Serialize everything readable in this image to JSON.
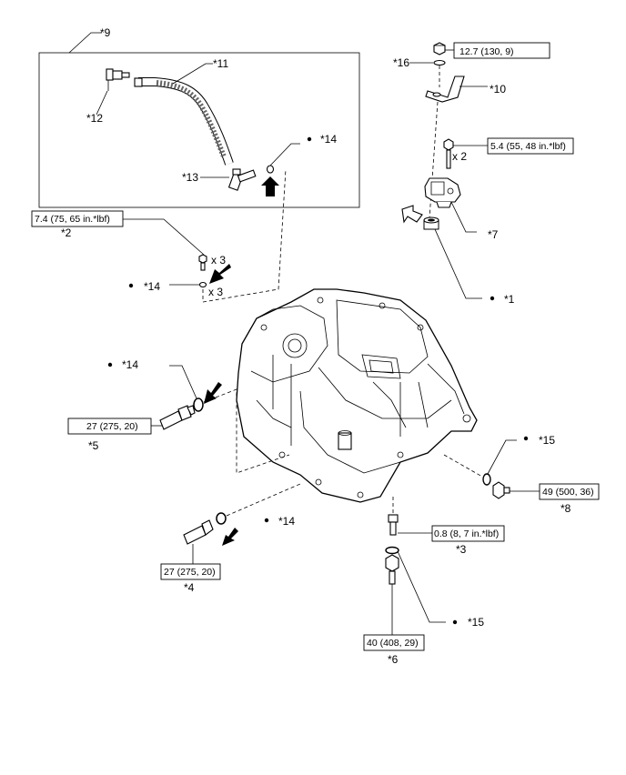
{
  "callouts": {
    "c1": "*1",
    "c2": "*2",
    "c3": "*3",
    "c4": "*4",
    "c5": "*5",
    "c6": "*6",
    "c7": "*7",
    "c8": "*8",
    "c9": "*9",
    "c10": "*10",
    "c11": "*11",
    "c12": "*12",
    "c13": "*13",
    "c14a": "*14",
    "c14b": "*14",
    "c14c": "*14",
    "c14d": "*14",
    "c15a": "*15",
    "c15b": "*15",
    "c16": "*16"
  },
  "torques": {
    "t_top": "12.7 (130, 9)",
    "t_bolt7": "5.4 (55, 48 in.*lbf)",
    "t_2": "7.4 (75, 65 in.*lbf)",
    "t_5": "27 (275, 20)",
    "t_4": "27 (275, 20)",
    "t_8": "49 (500, 36)",
    "t_3": "0.8 (8, 7 in.*lbf)",
    "t_6": "40 (408, 29)"
  },
  "quantities": {
    "q_bolt7": "x 2",
    "q_2": "x 3",
    "q_14": "x 3"
  },
  "icons": {
    "bullet": "non-reusable-part-dot",
    "arrow_solid": "apply-fluid-arrow",
    "arrow_outline": "apply-grease-arrow"
  }
}
